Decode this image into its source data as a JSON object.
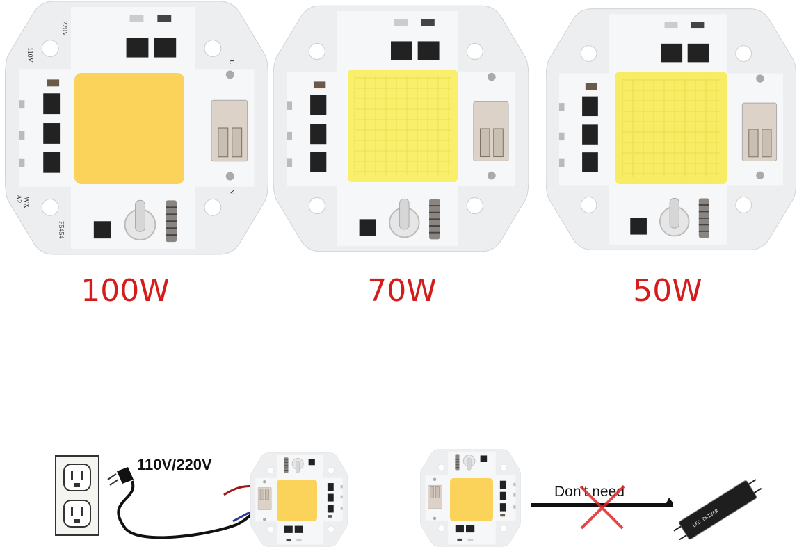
{
  "products": [
    {
      "wattage": "100W",
      "led_color": "#fcd35a"
    },
    {
      "wattage": "70W",
      "led_color": "#f9ef6a"
    },
    {
      "wattage": "50W",
      "led_color": "#f7ec63"
    }
  ],
  "board_markings": {
    "v220": "220V",
    "v110": "110V",
    "model": "F5454",
    "code1": "A2",
    "code2": "WX",
    "live": "L",
    "neutral": "N"
  },
  "wiring": {
    "voltage_label": "110V/220V",
    "no_driver_label": "Don't need",
    "driver_label": "LED DRIVER"
  },
  "colors": {
    "label_red": "#d41c1c",
    "board": "#eeeff1",
    "cross": "#e02828"
  }
}
